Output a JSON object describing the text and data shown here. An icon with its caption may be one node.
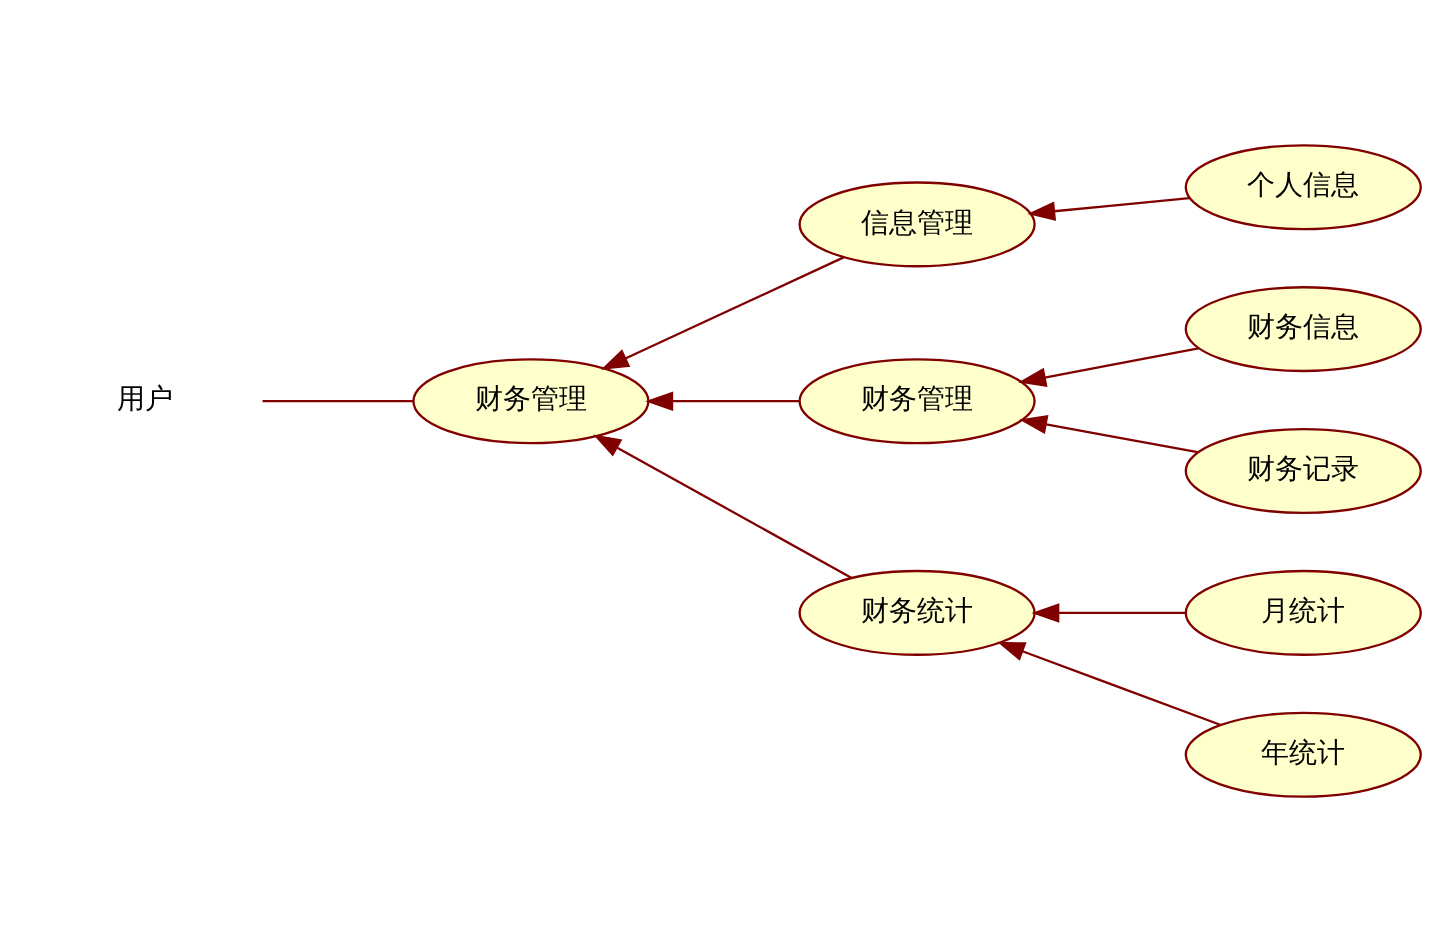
{
  "diagram": {
    "nodes": [
      {
        "text": [
          "用户"
        ]
      },
      {
        "text": [
          "财务管理"
        ]
      },
      {
        "text": [
          "信息管理"
        ]
      },
      {
        "text": [
          "个人信息"
        ]
      },
      {
        "text": [
          "财务管理"
        ]
      },
      {
        "text": [
          "财务信息"
        ]
      },
      {
        "text": [
          "财务记录"
        ]
      },
      {
        "text": [
          "财务统计"
        ]
      },
      {
        "text": [
          "月统计"
        ]
      },
      {
        "text": [
          "年统计"
        ]
      }
    ],
    "edges": [
      {
        "from": 0,
        "to": 1,
        "arrow": "none"
      },
      {
        "from": 2,
        "to": 1,
        "arrow": "to"
      },
      {
        "from": 4,
        "to": 1,
        "arrow": "to"
      },
      {
        "from": 7,
        "to": 1,
        "arrow": "to"
      },
      {
        "from": 3,
        "to": 2,
        "arrow": "to"
      },
      {
        "from": 5,
        "to": 4,
        "arrow": "to"
      },
      {
        "from": 6,
        "to": 4,
        "arrow": "to"
      },
      {
        "from": 8,
        "to": 7,
        "arrow": "to"
      },
      {
        "from": 9,
        "to": 7,
        "arrow": "to"
      }
    ]
  }
}
